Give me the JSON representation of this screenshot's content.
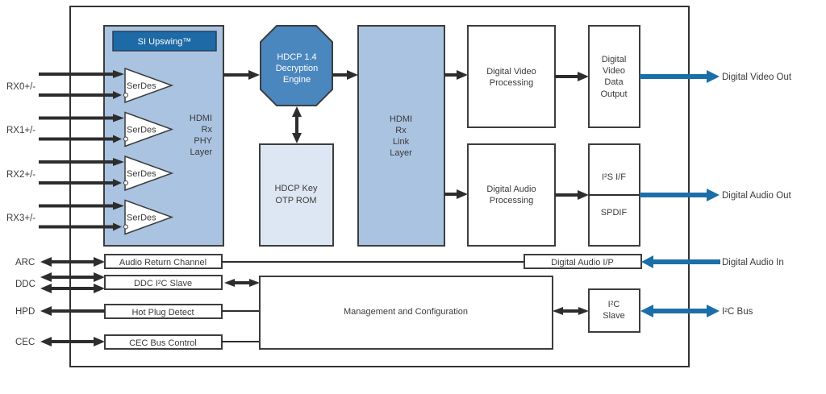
{
  "diagram": {
    "title": "HDMI Receiver Block Diagram",
    "inputs_left": [
      {
        "id": "rx0",
        "label": "RX0+/-"
      },
      {
        "id": "rx1",
        "label": "RX1+/-"
      },
      {
        "id": "rx2",
        "label": "RX2+/-"
      },
      {
        "id": "rx3",
        "label": "RX3+/-"
      }
    ],
    "control_left": [
      {
        "id": "arc",
        "label": "ARC",
        "block": "Audio Return Channel",
        "direction": "bidirectional"
      },
      {
        "id": "ddc",
        "label": "DDC",
        "block": "DDC I²C Slave",
        "direction": "bidirectional-dual"
      },
      {
        "id": "hpd",
        "label": "HPD",
        "block": "Hot Plug Detect",
        "direction": "output"
      },
      {
        "id": "cec",
        "label": "CEC",
        "block": "CEC Bus Control",
        "direction": "bidirectional"
      }
    ],
    "blocks": {
      "si_upswing": "SI Upswing™",
      "serdes": "SerDes",
      "phy": [
        "HDMI",
        "Rx",
        "PHY",
        "Layer"
      ],
      "hdcp_engine": [
        "HDCP 1.4",
        "Decryption",
        "Engine"
      ],
      "hdcp_key": [
        "HDCP Key",
        "OTP ROM"
      ],
      "link_layer": [
        "HDMI",
        "Rx",
        "Link",
        "Layer"
      ],
      "video_proc": [
        "Digital Video",
        "Processing"
      ],
      "video_out_block": [
        "Digital",
        "Video",
        "Data",
        "Output"
      ],
      "audio_proc": [
        "Digital Audio",
        "Processing"
      ],
      "i2s": "I²S I/F",
      "spdif": "SPDIF",
      "digital_audio_ip": "Digital Audio I/P",
      "mgmt": "Management and Configuration",
      "i2c_slave": [
        "I²C",
        "Slave"
      ]
    },
    "outputs_right": [
      {
        "id": "video_out",
        "label": "Digital Video Out",
        "direction": "output"
      },
      {
        "id": "audio_out",
        "label": "Digital Audio Out",
        "direction": "output"
      },
      {
        "id": "audio_in",
        "label": "Digital Audio In",
        "direction": "input"
      },
      {
        "id": "i2c_bus",
        "label": "I²C Bus",
        "direction": "bidirectional"
      }
    ],
    "colors": {
      "dark_blue_block": "#4b87bf",
      "phy_block": "#a9c3e0",
      "rom_block": "#dde7f4",
      "upswing_badge": "#1e6aa6",
      "external_bus": "#1a6fa9",
      "line": "#2d2d2d"
    }
  }
}
